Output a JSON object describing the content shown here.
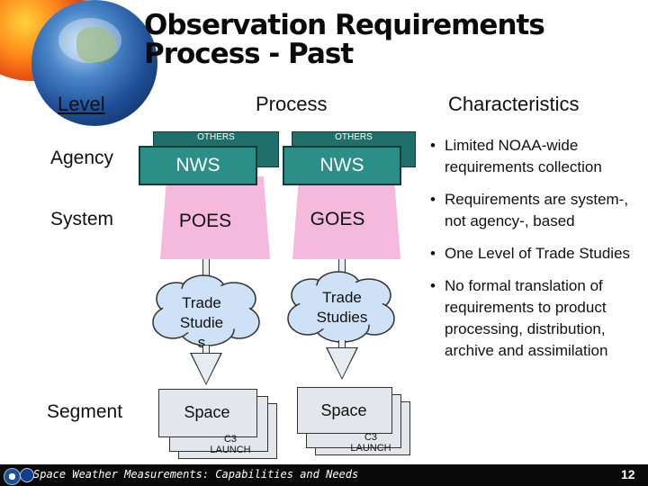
{
  "title": "Observation Requirements Process - Past",
  "headers": {
    "level": "Level",
    "process": "Process",
    "characteristics": "Characteristics"
  },
  "levels": {
    "agency": "Agency",
    "system": "System",
    "segment": "Segment"
  },
  "left_column": {
    "others": "OTHERS",
    "agency_box": "NWS",
    "system_box": "POES",
    "cloud": [
      "Trade",
      "Studie",
      "s"
    ],
    "segment_box": "Space",
    "segment_sub": [
      "C3",
      "LAUNCH"
    ]
  },
  "right_column": {
    "others": "OTHERS",
    "agency_box": "NWS",
    "system_box": "GOES",
    "cloud": [
      "Trade",
      "Studies"
    ],
    "segment_box": "Space",
    "segment_sub": [
      "C3",
      "LAUNCH"
    ]
  },
  "characteristics": [
    "Limited NOAA-wide requirements collection",
    "Requirements are system-, not agency-, based",
    "One Level of Trade Studies",
    "No formal translation of requirements to product processing, distribution, archive and assimilation"
  ],
  "footer": {
    "text": "Space Weather Measurements: Capabilities and Needs",
    "page": "12"
  },
  "colors": {
    "teal": "#2b8f88",
    "pink": "#f4b9dc",
    "cloud": "#cfe1f6",
    "footer_bg": "#0a0a0a"
  }
}
